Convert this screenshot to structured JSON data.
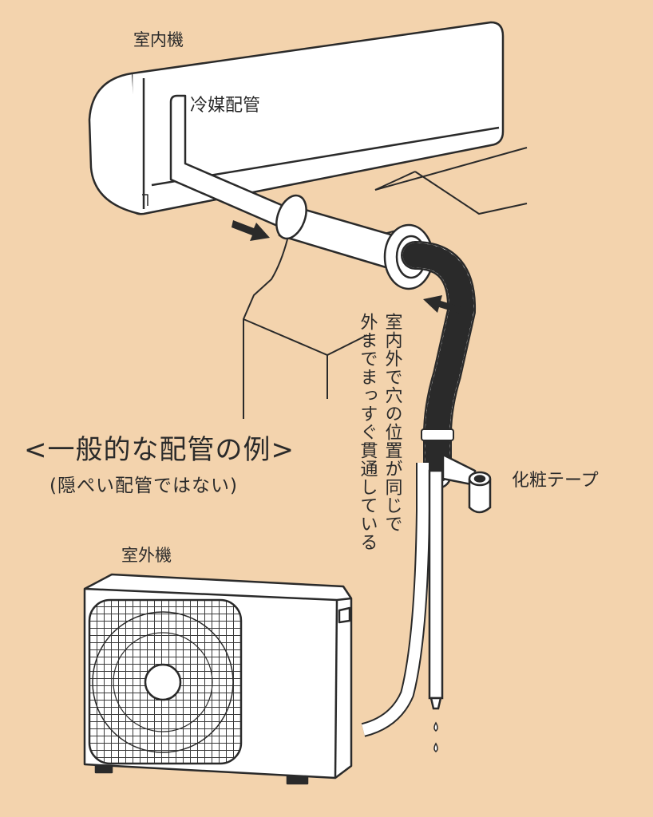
{
  "labels": {
    "indoor_unit": "室内機",
    "refrigerant_pipe": "冷媒配管",
    "title": "<一般的な配管の例>",
    "subtitle": "(隠ぺい配管ではない)",
    "decorative_tape": "化粧テープ",
    "outdoor_unit": "室外機",
    "note_line1": "室内外で穴の位置が同じで",
    "note_line2": "外までまっすぐ貫通している"
  },
  "colors": {
    "background": "#f3d3ad",
    "line": "#2a2a2a",
    "fill": "#ffffff"
  },
  "icons": {
    "arrow_left": "arrow-icon",
    "arrow_right": "arrow-icon"
  }
}
